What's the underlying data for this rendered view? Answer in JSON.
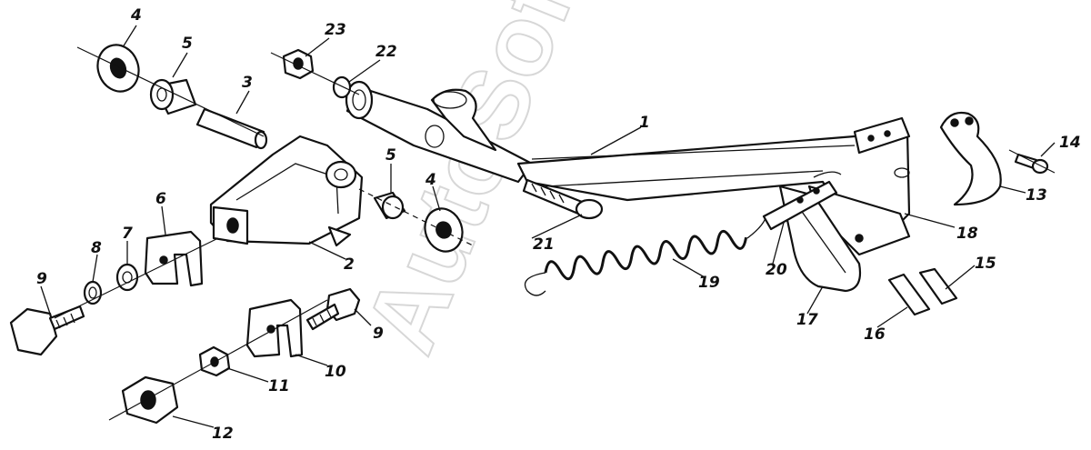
{
  "watermark": "AutoSoft",
  "callouts": [
    "1",
    "2",
    "3",
    "4",
    "5",
    "4",
    "5",
    "6",
    "7",
    "8",
    "9",
    "9",
    "10",
    "11",
    "12",
    "13",
    "14",
    "15",
    "16",
    "17",
    "18",
    "19",
    "20",
    "21",
    "22",
    "23"
  ]
}
